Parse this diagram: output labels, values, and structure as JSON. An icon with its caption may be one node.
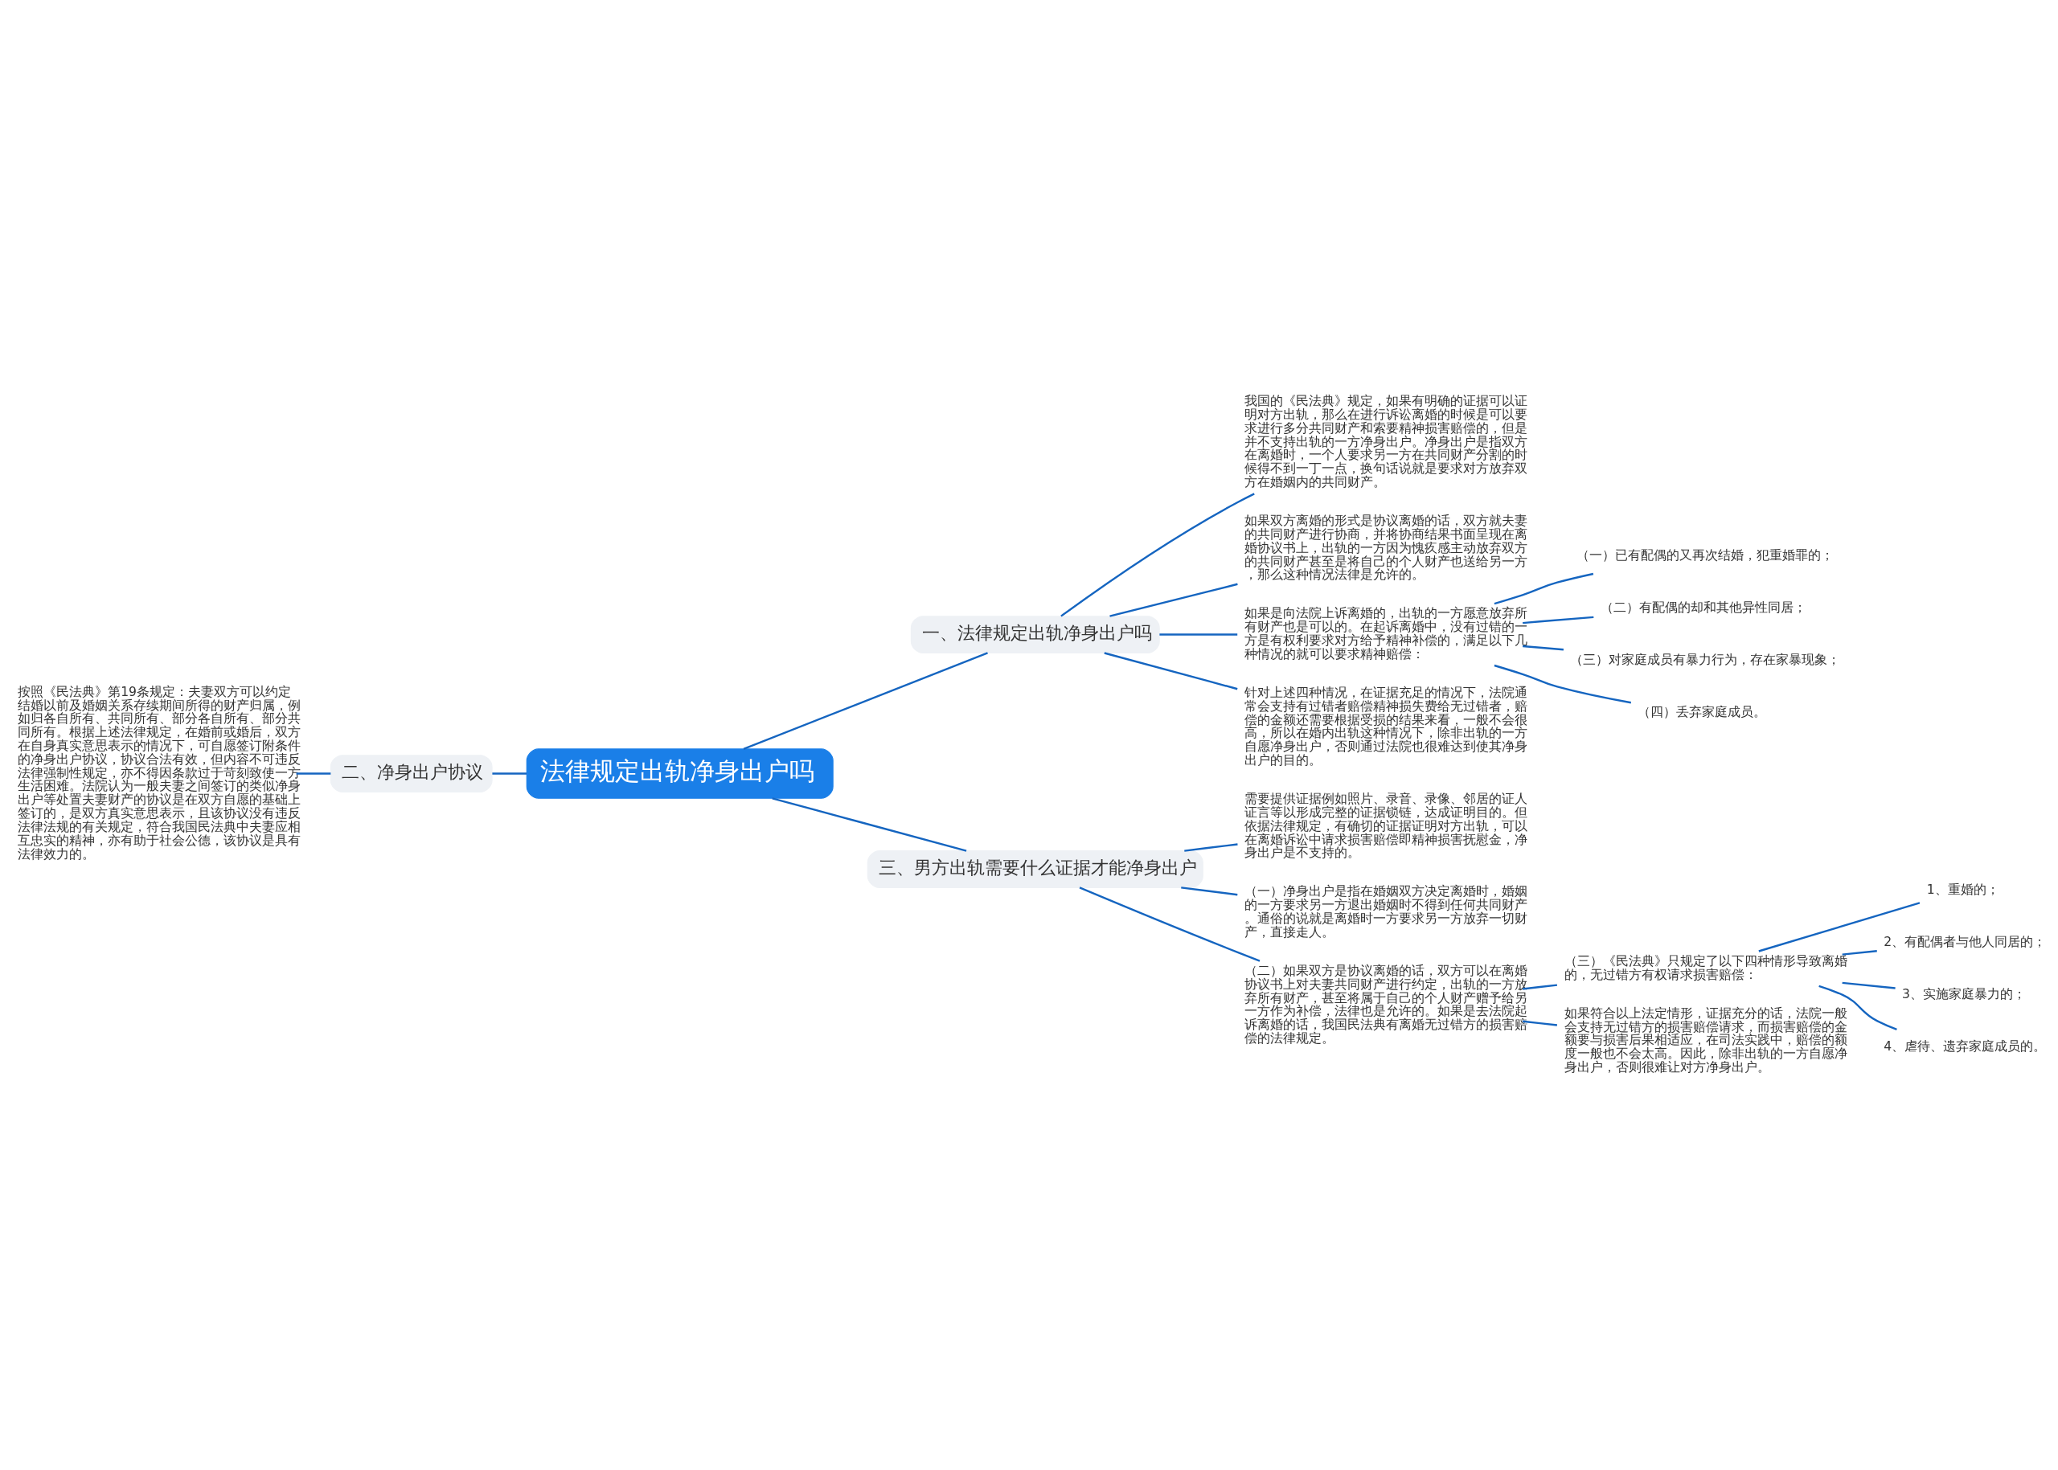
{
  "diagram": {
    "nodes": [
      {
        "text": [
          "法律规定出轨净身出户吗"
        ]
      },
      {
        "text": [
          "一、法律规定出轨净身出户吗"
        ]
      },
      {
        "text": [
          "我国的《民法典》规定，如果有明确的证据可以证明对方出轨，那么在进行诉讼离婚的时候是可以要求进行多分共同财产和索要精神损害赔偿的，但是并不支持出轨的一方净身出户。净身出户是指双方在离婚时，一个人要求另一方在共同财产分割的时候得不到一丁一点，换句话说就是要求对方放弃双方在婚姻内的共同财产。"
        ]
      },
      {
        "text": [
          "如果双方离婚的形式是协议离婚的话，双方就夫妻的共同财产进行协商，并将协商结果书面呈现在离婚协议书上，出轨的一方因为愧疚感主动放弃双方的共同财产甚至是将自己的个人财产也送给另一方，那么这种情况法律是允许的。"
        ]
      },
      {
        "text": [
          "如果是向法院上诉离婚的，出轨的一方愿意放弃所有财产也是可以的。在起诉离婚中，没有过错的一方是有权利要求对方给予精神补偿的，满足以下几种情况的就可以要求精神赔偿："
        ]
      },
      {
        "text": [
          "（一）已有配偶的又再次结婚，犯重婚罪的；"
        ]
      },
      {
        "text": [
          "（二）有配偶的却和其他异性同居；"
        ]
      },
      {
        "text": [
          "（三）对家庭成员有暴力行为，存在家暴现象；"
        ]
      },
      {
        "text": [
          "（四）丢弃家庭成员。"
        ]
      },
      {
        "text": [
          "针对上述四种情况，在证据充足的情况下，法院通常会支持有过错者赔偿精神损失费给无过错者，赔偿的金额还需要根据受损的结果来看，一般不会很高，所以在婚内出轨这种情况下，除非出轨的一方自愿净身出户，否则通过法院也很难达到使其净身出户的目的。"
        ]
      },
      {
        "text": [
          "二、净身出户协议"
        ]
      },
      {
        "text": [
          "按照《民法典》第19条规定：夫妻双方可以约定结婚以前及婚姻关系存续期间所得的财产归属，例如归各自所有、共同所有、部分各自所有、部分共同所有。根据上述法律规定，在婚前或婚后，双方在自身真实意思表示的情况下，可自愿签订附条件的净身出户协议，协议合法有效，但内容不可违反法律强制性规定，亦不得因条款过于苛刻致使一方生活困难。法院认为一般夫妻之间签订的类似净身出户等处置夫妻财产的协议是在双方自愿的基础上签订的，是双方真实意思表示，且该协议没有违反法律法规的有关规定，符合我国民法典中夫妻应相互忠实的精神，亦有助于社会公德，该协议是具有法律效力的。"
        ]
      },
      {
        "text": [
          "三、男方出轨需要什么证据才能净身出户"
        ]
      },
      {
        "text": [
          "需要提供证据例如照片、录音、录像、邻居的证人证言等以形成完整的证据锁链，达成证明目的。但依据法律规定，有确切的证据证明对方出轨，可以在离婚诉讼中请求损害赔偿即精神损害抚慰金，净身出户是不支持的。"
        ]
      },
      {
        "text": [
          "（一）净身出户是指在婚姻双方决定离婚时，婚姻的一方要求另一方退出婚姻时不得到任何共同财产。通俗的说就是离婚时一方要求另一方放弃一切财产，直接走人。"
        ]
      },
      {
        "text": [
          "（二）如果双方是协议离婚的话，双方可以在离婚协议书上对夫妻共同财产进行约定，出轨的一方放弃所有财产，甚至将属于自己的个人财产赠予给另一方作为补偿，法律也是允许的。如果是去法院起诉离婚的话，我国民法典有离婚无过错方的损害赔偿的法律规定。"
        ]
      },
      {
        "text": [
          "（三）《民法典》只规定了以下四种情形导致离婚的，无过错方有权请求损害赔偿："
        ]
      },
      {
        "text": [
          "1、重婚的；"
        ]
      },
      {
        "text": [
          "2、有配偶者与他人同居的；"
        ]
      },
      {
        "text": [
          "3、实施家庭暴力的；"
        ]
      },
      {
        "text": [
          "4、虐待、遗弃家庭成员的。"
        ]
      },
      {
        "text": [
          "如果符合以上法定情形，证据充分的话，法院一般会支持无过错方的损害赔偿请求，而损害赔偿的金额要与损害后果相适应，在司法实践中，赔偿的额度一般也不会太高。因此，除非出轨的一方自愿净身出户，否则很难让对方净身出户。"
        ]
      }
    ],
    "edges": [
      {
        "from": 0,
        "to": 1,
        "arrow": "none"
      },
      {
        "from": 1,
        "to": 2,
        "arrow": "none"
      },
      {
        "from": 1,
        "to": 3,
        "arrow": "none"
      },
      {
        "from": 1,
        "to": 4,
        "arrow": "none"
      },
      {
        "from": 4,
        "to": 5,
        "arrow": "none"
      },
      {
        "from": 4,
        "to": 6,
        "arrow": "none"
      },
      {
        "from": 4,
        "to": 7,
        "arrow": "none"
      },
      {
        "from": 4,
        "to": 8,
        "arrow": "none"
      },
      {
        "from": 1,
        "to": 9,
        "arrow": "none"
      },
      {
        "from": 0,
        "to": 10,
        "arrow": "none"
      },
      {
        "from": 10,
        "to": 11,
        "arrow": "none"
      },
      {
        "from": 0,
        "to": 12,
        "arrow": "none"
      },
      {
        "from": 12,
        "to": 13,
        "arrow": "none"
      },
      {
        "from": 12,
        "to": 14,
        "arrow": "none"
      },
      {
        "from": 12,
        "to": 15,
        "arrow": "none"
      },
      {
        "from": 15,
        "to": 16,
        "arrow": "none"
      },
      {
        "from": 16,
        "to": 17,
        "arrow": "none"
      },
      {
        "from": 16,
        "to": 18,
        "arrow": "none"
      },
      {
        "from": 16,
        "to": 19,
        "arrow": "none"
      },
      {
        "from": 16,
        "to": 20,
        "arrow": "none"
      },
      {
        "from": 15,
        "to": 21,
        "arrow": "none"
      }
    ]
  }
}
